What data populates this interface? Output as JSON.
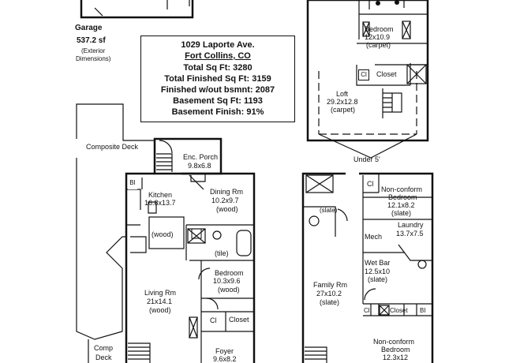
{
  "garage": {
    "title": "Garage",
    "area": "537.2 sf",
    "note1": "(Exterior",
    "note2": "Dimensions)"
  },
  "info": {
    "address": "1029 Laporte Ave.",
    "city": "Fort Collins, CO",
    "total_sqft": "Total Sq Ft:  3280",
    "total_finished": "Total Finished Sq Ft:  3159",
    "finished_wo_bsmnt": "Finished w/out bsmnt:  2087",
    "basement_sqft": "Basement Sq Ft:  1193",
    "basement_finish": "Basement Finish:  91%"
  },
  "upper": {
    "bedroom": {
      "name": "Bedroom",
      "dim": "12x10.9",
      "floor": "(carpet)"
    },
    "closet": "Closet",
    "cl": "Cl",
    "loft": {
      "name": "Loft",
      "dim": "29.2x12.8",
      "floor": "(carpet)"
    },
    "under": "Under 5'"
  },
  "main": {
    "composite_deck": "Composite Deck",
    "comp_deck1": "Comp",
    "comp_deck2": "Deck",
    "enc_porch": {
      "name": "Enc. Porch",
      "dim": "9.8x6.8"
    },
    "bi": "BI",
    "kitchen": {
      "name": "Kitchen",
      "dim": "16.8x13.7",
      "floor": "(wood)"
    },
    "dining": {
      "name": "Dining Rm",
      "dim": "10.2x9.7",
      "floor": "(wood)"
    },
    "tile": "(tile)",
    "bedroom": {
      "name": "Bedroom",
      "dim": "10.3x9.6",
      "floor": "(wood)"
    },
    "living": {
      "name": "Living Rm",
      "dim": "21x14.1",
      "floor": "(wood)"
    },
    "cl": "Cl",
    "closet": "Closet",
    "foyer": {
      "name": "Foyer",
      "dim": "9.6x8.2"
    }
  },
  "basement": {
    "slate": "(slate)",
    "cl1": "Cl",
    "nc_bed1": {
      "name1": "Non-conform",
      "name2": "Bedroom",
      "dim": "12.1x8.2",
      "floor": "(slate)"
    },
    "laundry": {
      "name": "Laundry",
      "dim": "13.7x7.5"
    },
    "mech": "Mech",
    "wet_bar": {
      "name": "Wet Bar",
      "dim": "12.5x10",
      "floor": "(slate)"
    },
    "family": {
      "name": "Family Rm",
      "dim": "27x10.2",
      "floor": "(slate)"
    },
    "cl2": "Cl",
    "closet": "Closet",
    "bi": "BI",
    "nc_bed2": {
      "name1": "Non-conform",
      "name2": "Bedroom",
      "dim": "12.3x12"
    }
  }
}
